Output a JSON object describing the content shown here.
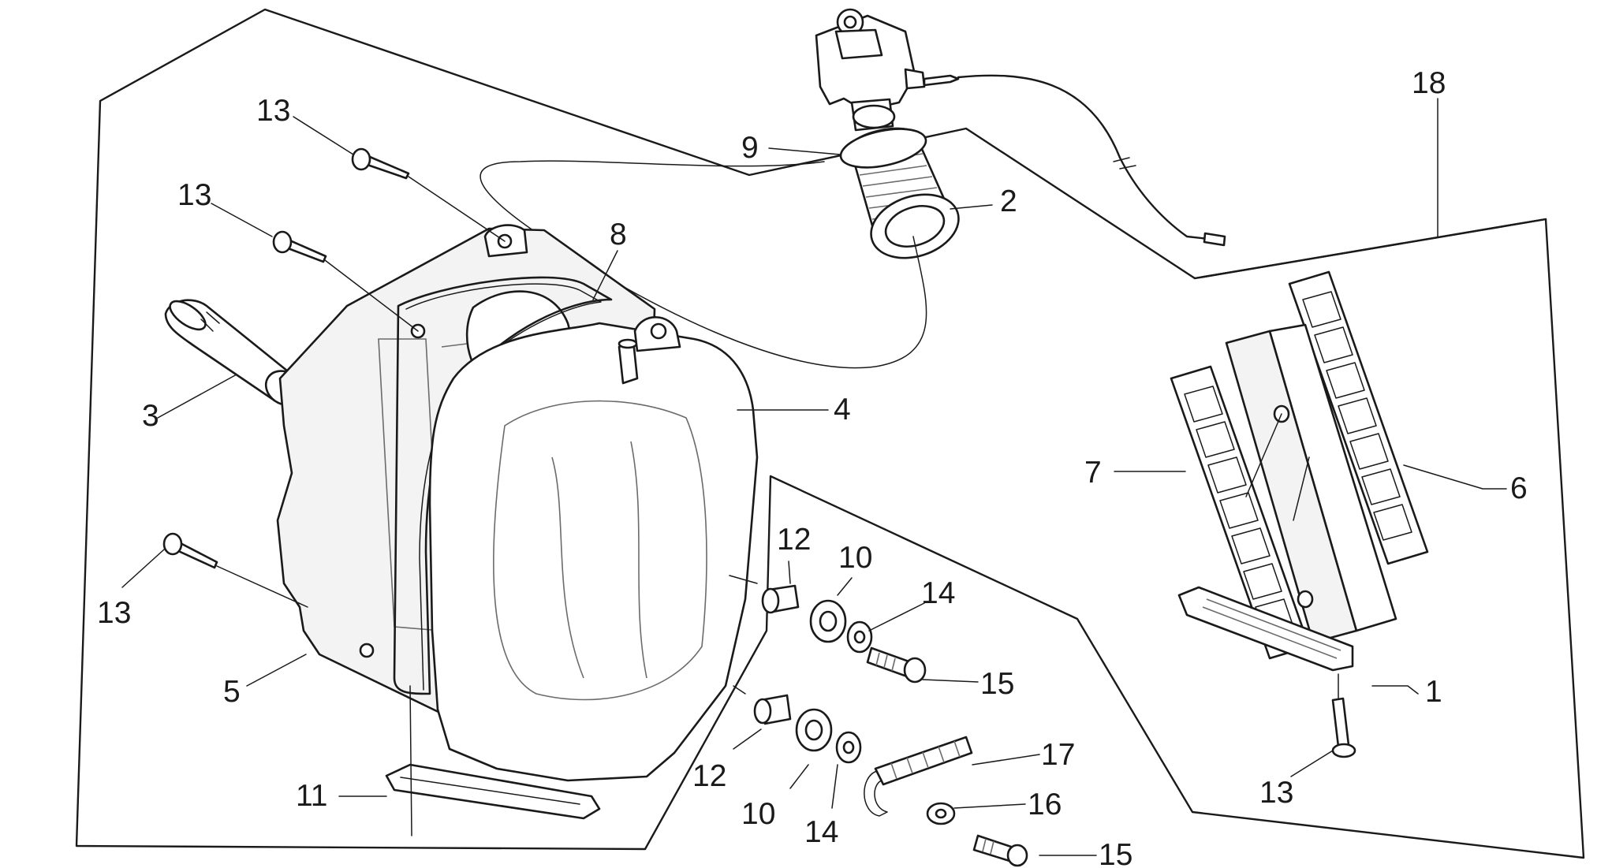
{
  "callouts": [
    {
      "id": "c1",
      "text": "1"
    },
    {
      "id": "c2",
      "text": "2"
    },
    {
      "id": "c3",
      "text": "3"
    },
    {
      "id": "c4",
      "text": "4"
    },
    {
      "id": "c5",
      "text": "5"
    },
    {
      "id": "c6",
      "text": "6"
    },
    {
      "id": "c7",
      "text": "7"
    },
    {
      "id": "c8",
      "text": "8"
    },
    {
      "id": "c9",
      "text": "9"
    },
    {
      "id": "c10a",
      "text": "10"
    },
    {
      "id": "c10b",
      "text": "10"
    },
    {
      "id": "c11",
      "text": "11"
    },
    {
      "id": "c12a",
      "text": "12"
    },
    {
      "id": "c12b",
      "text": "12"
    },
    {
      "id": "c13a",
      "text": "13"
    },
    {
      "id": "c13b",
      "text": "13"
    },
    {
      "id": "c13c",
      "text": "13"
    },
    {
      "id": "c13d",
      "text": "13"
    },
    {
      "id": "c14a",
      "text": "14"
    },
    {
      "id": "c14b",
      "text": "14"
    },
    {
      "id": "c15a",
      "text": "15"
    },
    {
      "id": "c15b",
      "text": "15"
    },
    {
      "id": "c16",
      "text": "16"
    },
    {
      "id": "c17",
      "text": "17"
    },
    {
      "id": "c18",
      "text": "18"
    }
  ]
}
